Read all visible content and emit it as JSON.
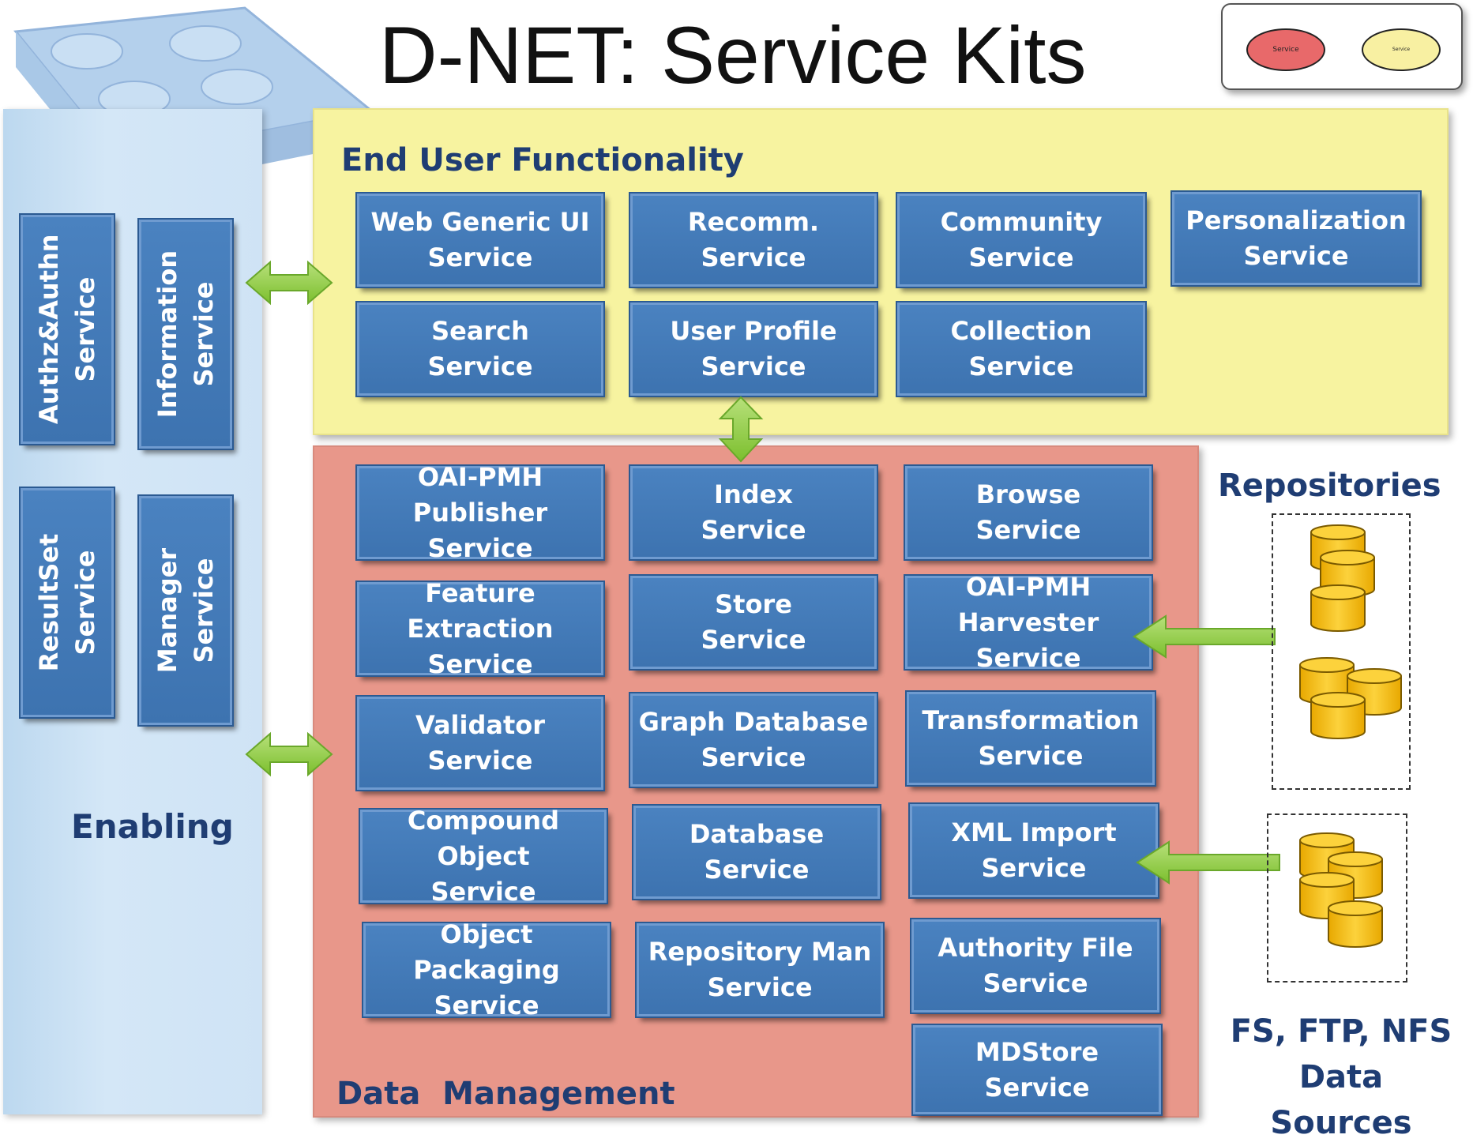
{
  "title": "D-NET: Service Kits",
  "legend": {
    "items": [
      {
        "label": "Service",
        "color": "#e8696a"
      },
      {
        "label": "Service",
        "color": "#f8f0a2"
      }
    ]
  },
  "enabling": {
    "label": "Enabling",
    "services": [
      "Authz&Authn\nService",
      "Information\nService",
      "ResultSet\nService",
      "Manager\nService"
    ]
  },
  "end_user": {
    "label": "End User Functionality",
    "services": [
      "Web Generic UI\nService",
      "Recomm.\nService",
      "Community\nService",
      "Personalization\nService",
      "Search\nService",
      "User Profile\nService",
      "Collection\nService"
    ]
  },
  "data_management": {
    "label": "Data  Management",
    "services": [
      "OAI-PMH\nPublisher Service",
      "Index\nService",
      "Browse\nService",
      "Feature Extraction\nService",
      "Store\nService",
      "OAI-PMH\nHarvester Service",
      "Validator\nService",
      "Graph Database\nService",
      "Transformation\nService",
      "Compound Object\nService",
      "Database\nService",
      "XML Import\nService",
      "Object Packaging\nService",
      "Repository Man\nService",
      "Authority File\nService",
      "MDStore\nService"
    ]
  },
  "sources": {
    "repositories_label": "Repositories",
    "fs_label": "FS, FTP, NFS\nData Sources"
  },
  "colors": {
    "service_blue": "#3f76b4",
    "yellow_panel": "#f7f3a0",
    "red_panel": "#e8978a",
    "enabling_panel": "#cfe3f5",
    "arrow_green": "#8dc63f",
    "database_gold": "#f6c000",
    "label_navy": "#1f3d73"
  }
}
